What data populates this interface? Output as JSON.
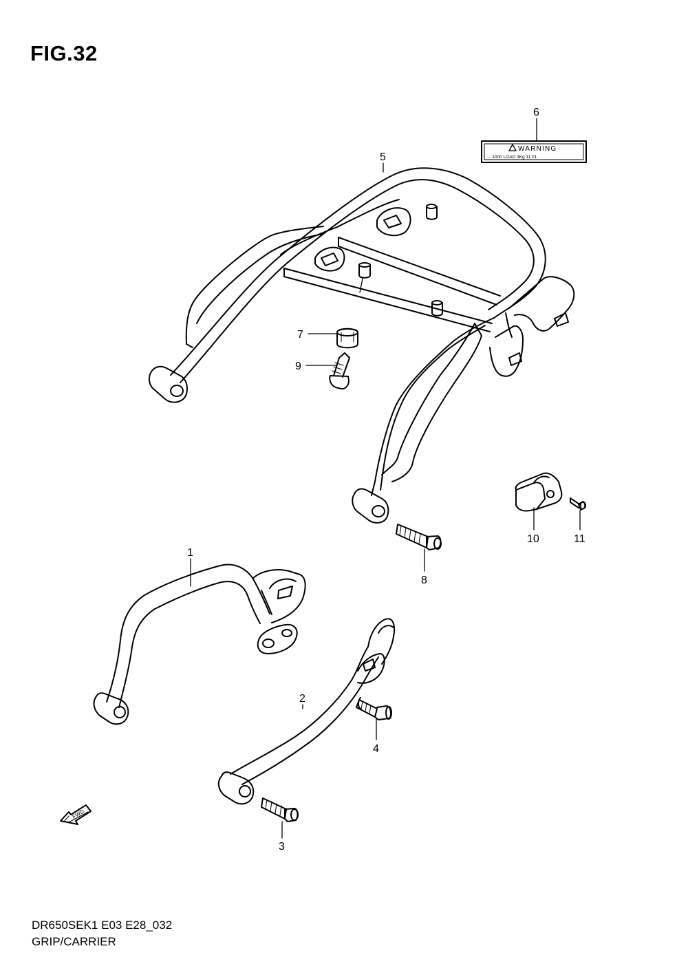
{
  "figure": {
    "title": "FIG.32",
    "model_code": "DR650SEK1 E03 E28_032",
    "section_name": "GRIP/CARRIER"
  },
  "callouts": [
    {
      "id": "1",
      "label": "1"
    },
    {
      "id": "2",
      "label": "2"
    },
    {
      "id": "3",
      "label": "3"
    },
    {
      "id": "4",
      "label": "4"
    },
    {
      "id": "5",
      "label": "5"
    },
    {
      "id": "6",
      "label": "6"
    },
    {
      "id": "7",
      "label": "7"
    },
    {
      "id": "8",
      "label": "8"
    },
    {
      "id": "9",
      "label": "9"
    },
    {
      "id": "10",
      "label": "10"
    },
    {
      "id": "11",
      "label": "11"
    }
  ],
  "warning_label": {
    "heading": "WARNING",
    "fine_print": "← 1000 LOAD 3Kg 11.01"
  },
  "direction_arrow": {
    "label": "FWD"
  }
}
